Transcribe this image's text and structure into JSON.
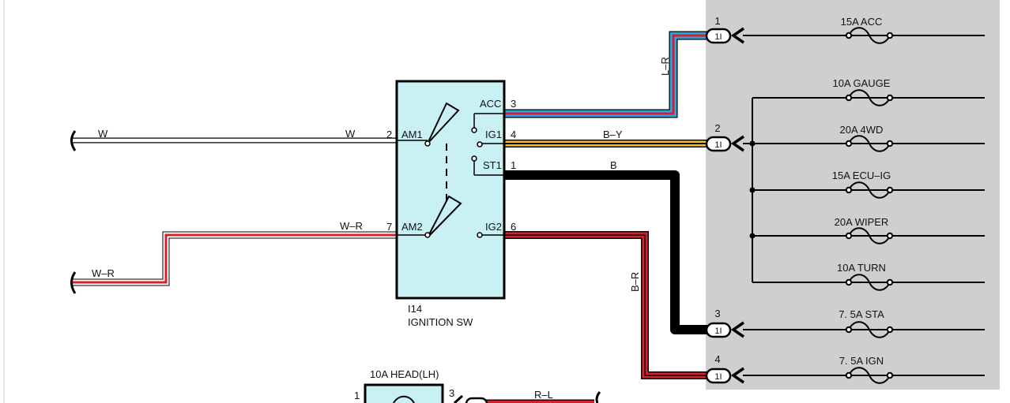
{
  "switch": {
    "id": "I14",
    "name": "IGNITION SW",
    "terminals": {
      "am1": "AM1",
      "am1_pin": "2",
      "am2": "AM2",
      "am2_pin": "7",
      "acc": "ACC",
      "acc_pin": "3",
      "ig1": "IG1",
      "ig1_pin": "4",
      "st1": "ST1",
      "st1_pin": "1",
      "ig2": "IG2",
      "ig2_pin": "6"
    }
  },
  "wires": {
    "w_left": "W",
    "w_right": "W",
    "wr_top": "W–R",
    "wr_left": "W–R",
    "lr": "L–R",
    "by": "B–Y",
    "b": "B",
    "br": "B–R",
    "rl": "R–L"
  },
  "connectors": {
    "c1": {
      "pin": "1",
      "label": "1I"
    },
    "c2": {
      "pin": "2",
      "label": "1I"
    },
    "c3": {
      "pin": "3",
      "label": "1I"
    },
    "c4": {
      "pin": "4",
      "label": "1I"
    }
  },
  "fuses": {
    "acc": "15A ACC",
    "gauge": "10A GAUGE",
    "fwd": "20A 4WD",
    "ecu": "15A ECU–IG",
    "wiper": "20A WIPER",
    "turn": "10A TURN",
    "sta": "7. 5A STA",
    "ign": "7. 5A IGN"
  },
  "bottom": {
    "fuse_label": "10A HEAD(LH)",
    "pin_left": "1",
    "pin_right": "3"
  },
  "colors": {
    "panel_gray": "#cfcfcf",
    "switch_fill": "#c9f1f4",
    "wire_red": "#d6202e",
    "wire_blue": "#29a8e0",
    "wire_yellow": "#f7c12b",
    "wire_black": "#000000"
  }
}
